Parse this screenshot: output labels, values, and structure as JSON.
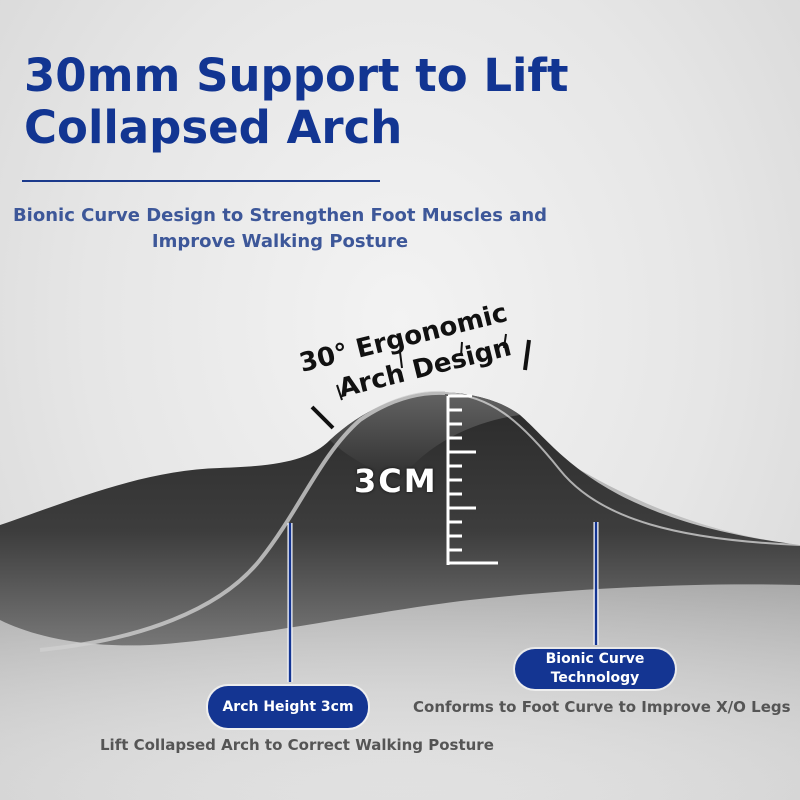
{
  "headline": {
    "line1": "30mm Support to Lift",
    "line2": "Collapsed Arch"
  },
  "subhead": {
    "line1": "Bionic Curve Design to Strengthen Foot Muscles and",
    "line2": "Improve Walking Posture"
  },
  "ergonomic": {
    "line1": "30° Ergonomic",
    "line2": "Arch Design"
  },
  "measurement": "3CM",
  "arch_height": {
    "badge": "Arch Height 3cm",
    "caption": "Lift Collapsed Arch to Correct Walking Posture"
  },
  "bionic_curve": {
    "badge_line1": "Bionic Curve",
    "badge_line2": "Technology",
    "caption": "Conforms to Foot Curve to Improve X/O Legs"
  },
  "colors": {
    "brand": "#123592",
    "subtext": "#3d5799",
    "caption": "#555555"
  }
}
